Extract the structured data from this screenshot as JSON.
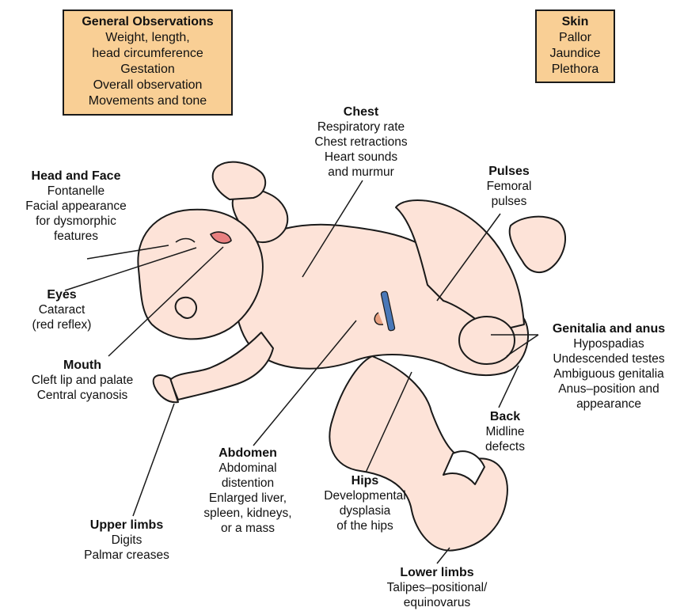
{
  "boxes": {
    "general": {
      "title": "General Observations",
      "lines": [
        "Weight, length,",
        "head circumference",
        "Gestation",
        "Overall observation",
        "Movements and tone"
      ]
    },
    "skin": {
      "title": "Skin",
      "lines": [
        "Pallor",
        "Jaundice",
        "Plethora"
      ]
    }
  },
  "labels": {
    "chest": {
      "title": "Chest",
      "lines": [
        "Respiratory rate",
        "Chest retractions",
        "Heart sounds",
        "and murmur"
      ]
    },
    "head": {
      "title": "Head and Face",
      "lines": [
        "Fontanelle",
        "Facial appearance",
        "for dysmorphic",
        "features"
      ]
    },
    "pulses": {
      "title": "Pulses",
      "lines": [
        "Femoral",
        "pulses"
      ]
    },
    "eyes": {
      "title": "Eyes",
      "lines": [
        "Cataract",
        "(red reflex)"
      ]
    },
    "mouth": {
      "title": "Mouth",
      "lines": [
        "Cleft lip and palate",
        "Central cyanosis"
      ]
    },
    "genitalia": {
      "title": "Genitalia and anus",
      "lines": [
        "Hypospadias",
        "Undescended testes",
        "Ambiguous genitalia",
        "Anus–position and",
        "appearance"
      ]
    },
    "back": {
      "title": "Back",
      "lines": [
        "Midline",
        "defects"
      ]
    },
    "abdomen": {
      "title": "Abdomen",
      "lines": [
        "Abdominal",
        "distention",
        "Enlarged liver,",
        "spleen, kidneys,",
        "or a mass"
      ]
    },
    "hips": {
      "title": "Hips",
      "lines": [
        "Developmental",
        "dysplasia",
        "of the hips"
      ]
    },
    "upper": {
      "title": "Upper limbs",
      "lines": [
        "Digits",
        "Palmar creases"
      ]
    },
    "lower": {
      "title": "Lower limbs",
      "lines": [
        "Talipes–positional/",
        "equinovarus"
      ]
    }
  },
  "colors": {
    "skin": "#fde3d8",
    "outline": "#1a1a1a",
    "box": "#f9cf95",
    "cord_clamp": "#4a78b8"
  }
}
